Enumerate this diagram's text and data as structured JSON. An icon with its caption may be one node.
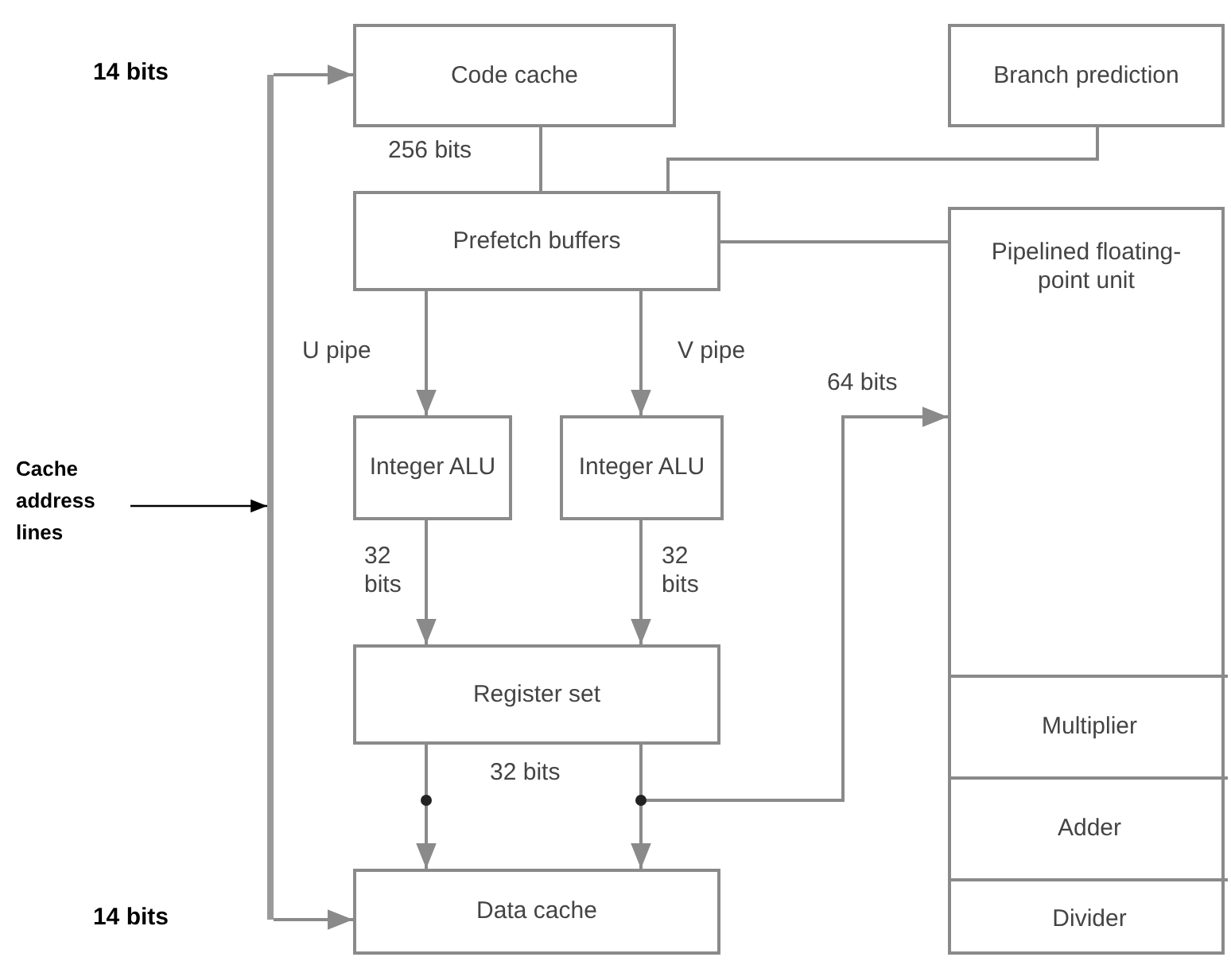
{
  "diagram": {
    "nodes": [
      {
        "text": [
          "Code cache"
        ]
      },
      {
        "text": [
          "Branch prediction"
        ]
      },
      {
        "text": [
          "Prefetch buffers"
        ]
      },
      {
        "text": [
          "Pipelined floating-point unit"
        ]
      },
      {
        "text": [
          "Multiplier"
        ],
        "in": 3
      },
      {
        "text": [
          "Adder"
        ],
        "in": 3
      },
      {
        "text": [
          "Divider"
        ],
        "in": 3
      },
      {
        "text": [
          "Integer ALU"
        ]
      },
      {
        "text": [
          "Integer ALU"
        ]
      },
      {
        "text": [
          "Register set"
        ]
      },
      {
        "text": [
          "Data cache"
        ]
      },
      {
        "text": [
          "Cache address lines"
        ]
      },
      {
        "text": [],
        "shape": "bar"
      }
    ],
    "edges": [
      {
        "from": 0,
        "to": 2,
        "arrow": "none",
        "label": "256 bits"
      },
      {
        "from": 1,
        "to": 2,
        "arrow": "none"
      },
      {
        "from": 2,
        "to": 3,
        "arrow": "none"
      },
      {
        "from": 2,
        "to": 7,
        "arrow": "to",
        "label": "U pipe"
      },
      {
        "from": 2,
        "to": 8,
        "arrow": "to",
        "label": "V pipe"
      },
      {
        "from": 7,
        "to": 9,
        "arrow": "to",
        "label": "32 bits"
      },
      {
        "from": 8,
        "to": 9,
        "arrow": "to",
        "label": "32 bits"
      },
      {
        "from": 9,
        "to": 10,
        "arrow": "to"
      },
      {
        "from": 9,
        "to": 10,
        "arrow": "to"
      },
      {
        "from": 9,
        "to": 3,
        "arrow": "to",
        "label": "64 bits"
      },
      {
        "from": 11,
        "to": 12,
        "arrow": "to",
        "color": "#000000"
      },
      {
        "from": 12,
        "to": 0,
        "arrow": "to",
        "label": "14 bits"
      },
      {
        "from": 12,
        "to": 10,
        "arrow": "to",
        "label": "14 bits"
      }
    ],
    "labels": [
      "32 bits"
    ]
  }
}
